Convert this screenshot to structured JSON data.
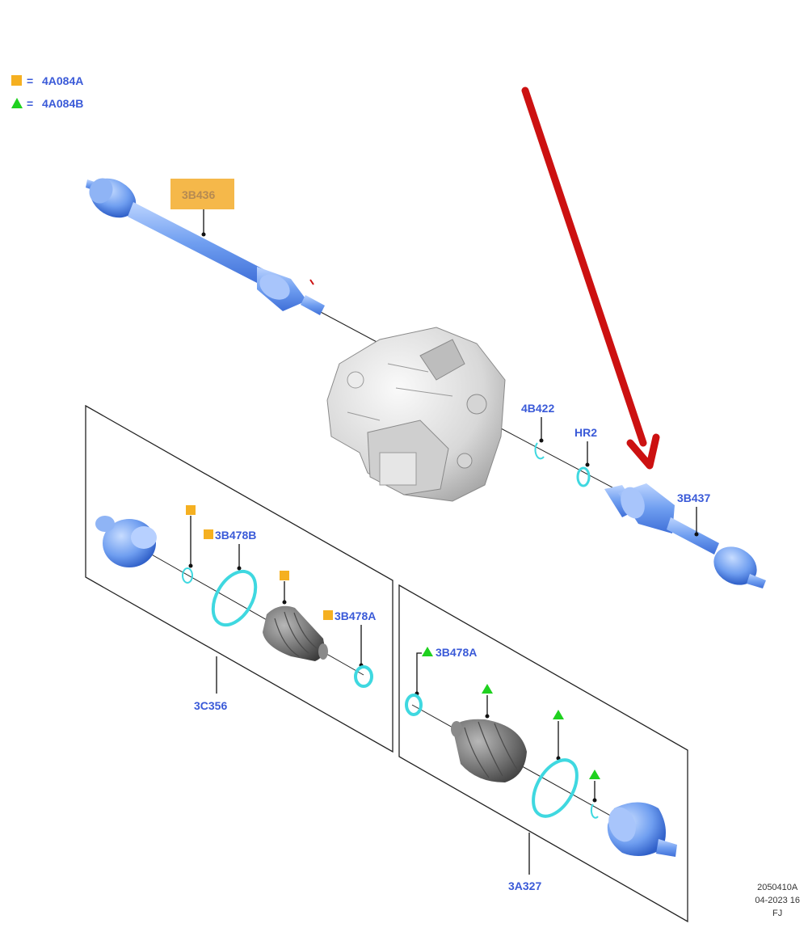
{
  "legend": {
    "items": [
      {
        "symbol": "square",
        "color": "#f5b021",
        "eq": "=",
        "code": "4A084A"
      },
      {
        "symbol": "triangle",
        "color": "#1fd11f",
        "eq": "=",
        "code": "4A084B"
      }
    ]
  },
  "parts": {
    "left_halfshaft": "3B436",
    "right_halfshaft": "3B437",
    "snap_ring": "4B422",
    "seal": "HR2",
    "outer_kit_clamp_large": "3B478B",
    "outer_kit_clamp_small": "3B478A",
    "outer_kit": "3C356",
    "inner_kit_clamp": "3B478A",
    "inner_kit": "3A327"
  },
  "footer": {
    "line1": "2050410A",
    "line2": "04-2023 16",
    "line3": "FJ"
  },
  "colors": {
    "part_blue": "#6f9ef0",
    "part_blue_dark": "#3f6fd8",
    "boot_gray": "#6d6d6d",
    "ring_cyan": "#3fd8e0",
    "arrow_red": "#cc1111",
    "highlight_box": "#f5b84a"
  }
}
